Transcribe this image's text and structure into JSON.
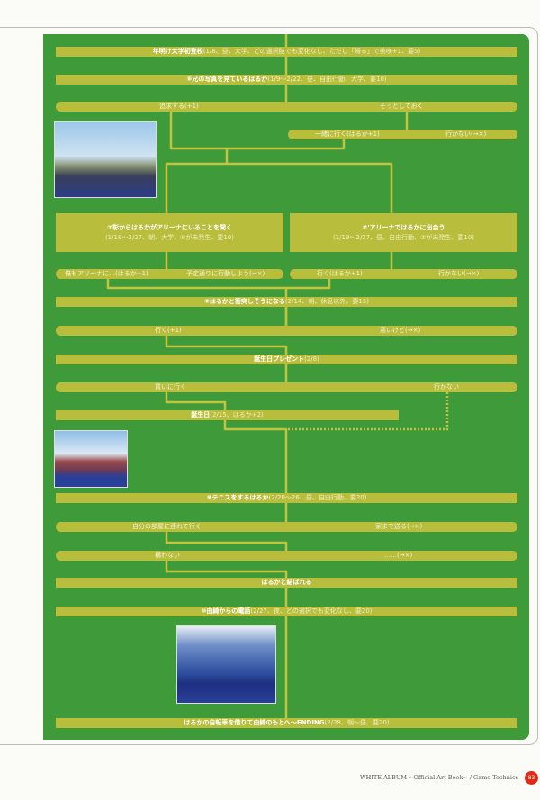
{
  "flow": {
    "bar1": {
      "title": "年明け大学初登校",
      "detail": "(1/8、昼、大学、どの選択肢でも変化なし、ただし「帰る」で美咲+1、要5)"
    },
    "bar2": {
      "title": "⑥兄の写真を見ているはるか",
      "detail": "(1/9〜2/22、昼、自由行動、大学、要10)"
    },
    "choice1": {
      "left": "追求する(+1)",
      "right": "そっとしておく"
    },
    "choice2": {
      "left": "一緒に行く(はるか+1)",
      "right": "行かない(→×)"
    },
    "box7": {
      "title": "⑦彰からはるかがアリーナにいることを聞く",
      "detail": "(1/19〜2/27、朝、大学、⑥が未発生、要10)"
    },
    "box7b": {
      "title": "⑦'アリーナではるかに出会う",
      "detail": "(1/19〜2/27、昼、自由行動、⑦が未発生、要10)"
    },
    "choice3": {
      "left": "俺もアリーナに…(はるか+1)",
      "right": "予定通りに行動しよう(→×)"
    },
    "choice4": {
      "left": "行く(はるか+1)",
      "right": "行かない(→×)"
    },
    "bar8": {
      "title": "⑧はるかと衝突しそうになる",
      "detail": "(2/14、朝、休息以外、要15)"
    },
    "choice5": {
      "left": "行く(+1)",
      "right": "悪いけど(→×)"
    },
    "bar_present": {
      "title": "誕生日プレゼント",
      "detail": "(2/8)"
    },
    "choice6": {
      "left": "買いに行く",
      "right": "行かない"
    },
    "bar_birthday": {
      "title": "誕生日",
      "detail": "(2/15、はるか+2)"
    },
    "bar9": {
      "title": "⑨テニスをするはるか",
      "detail": "(2/20〜26、昼、自由行動、要20)"
    },
    "choice7": {
      "left": "自分の部屋に連れて行く",
      "right": "家まで送る(→×)"
    },
    "choice8": {
      "left": "構わない",
      "right": "……(→×)"
    },
    "bar_bound": {
      "title": "はるかと結ばれる"
    },
    "bar10": {
      "title": "⑩由綺からの電話",
      "detail": "(2/27、夜、どの選択でも変化なし、要20)"
    },
    "bar_end": {
      "title": "はるかの自転車を借りて由綺のもとへ〜ENDING",
      "detail": "(2/28、朝〜昼、要20)"
    }
  },
  "footer": {
    "text": "WHITE ALBUM ~Official Art Book~ / Game Technics",
    "page": "83"
  },
  "colors": {
    "panel": "#3f9a3a",
    "bar": "#b9bd3c",
    "page_badge": "#e02a18"
  }
}
